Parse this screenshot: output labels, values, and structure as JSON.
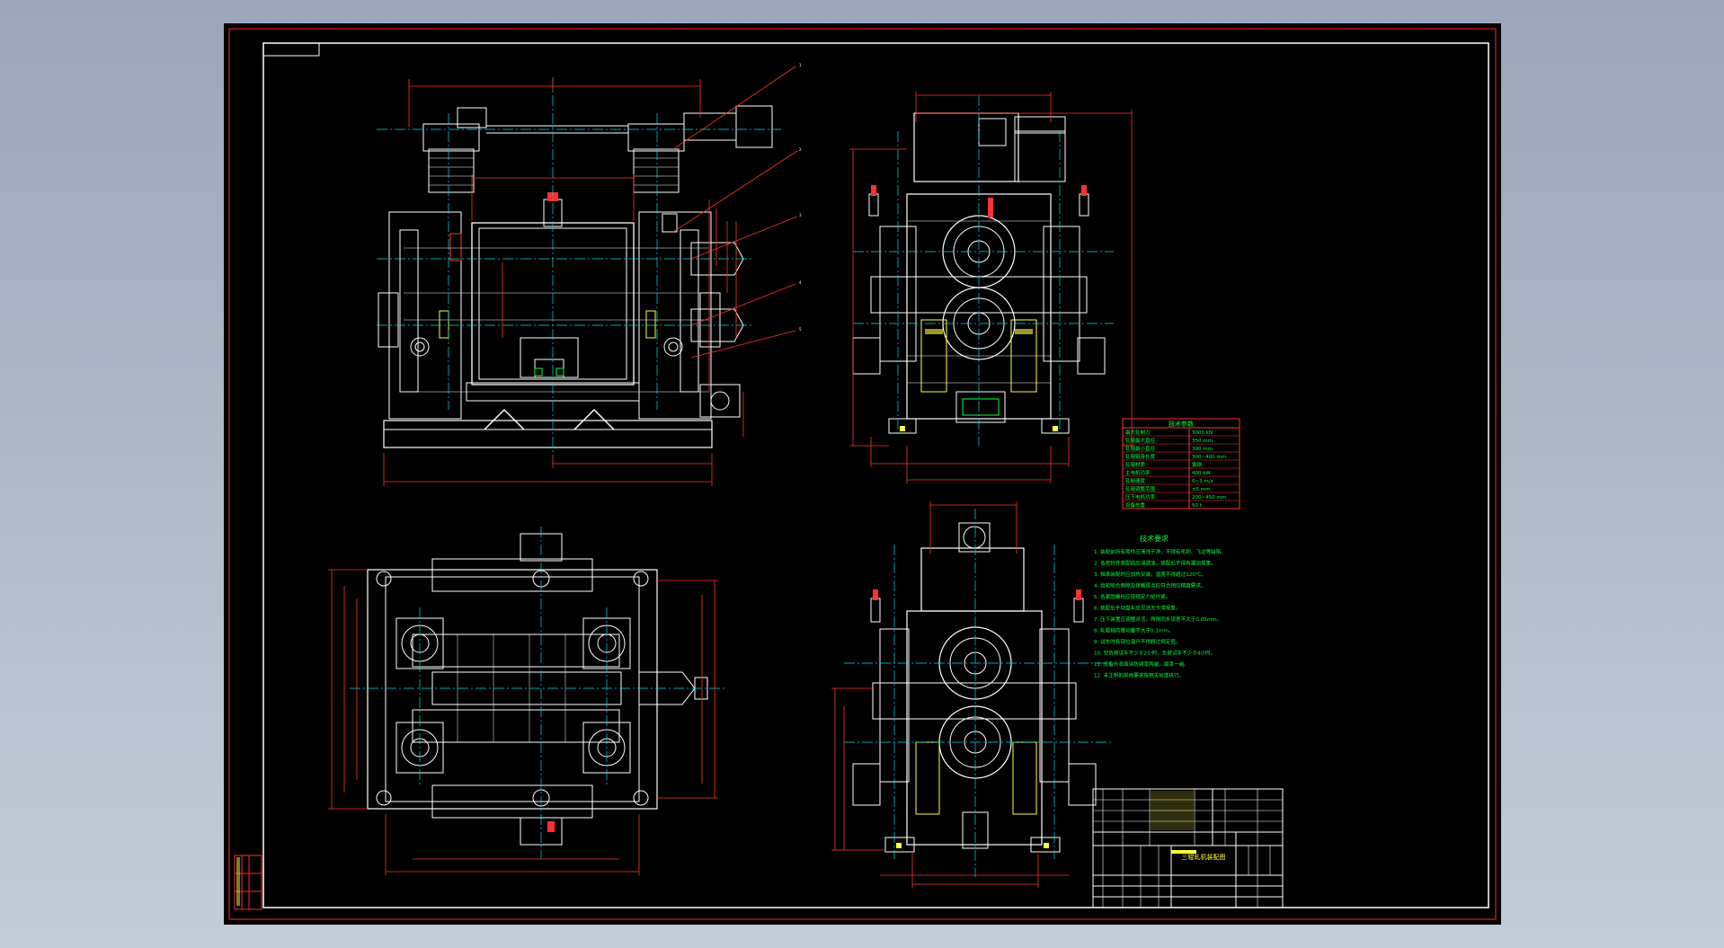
{
  "drawing": {
    "title": "三辊轧机装配图"
  },
  "colors": {
    "background": "#000000",
    "frame": "#ff2a2a",
    "outline": "#ffffff",
    "center": "#00e0e0",
    "dimension": "#ff3030",
    "hidden": "#ffff40",
    "note": "#00ff40"
  },
  "tech_table": {
    "title": "技术参数",
    "rows": [
      {
        "label": "最大轧制力",
        "value": "3000 kN"
      },
      {
        "label": "轧辊最大直径",
        "value": "350 mm"
      },
      {
        "label": "轧辊最小直径",
        "value": "300 mm"
      },
      {
        "label": "轧辊辊身长度",
        "value": "300~400 mm"
      },
      {
        "label": "轧辊材质",
        "value": "锻钢"
      },
      {
        "label": "主电机功率",
        "value": "400 kW"
      },
      {
        "label": "轧制速度",
        "value": "0~3 m/s"
      },
      {
        "label": "轧辊调整范围",
        "value": "±5 mm"
      },
      {
        "label": "压下电机功率",
        "value": "200~450 mm"
      },
      {
        "label": "设备总重",
        "value": "50 t"
      }
    ]
  },
  "notes": {
    "title": "技术要求",
    "lines": [
      "1. 装配前所有零件应清洗干净，不得有毛刺、飞边等缺陷。",
      "2. 各密封件装配前应浸透油，装配后不得有漏油现象。",
      "3. 轴承装配时应加热安装，温度不得超过120℃。",
      "4. 齿轮啮合侧隙及接触斑点应符合相应精度要求。",
      "5. 各紧固螺栓应按规定力矩拧紧。",
      "6. 装配后手动盘车应灵活无卡滞现象。",
      "7. 压下装置应调整灵活，两侧同步误差不大于0.05mm。",
      "8. 轧辊轴向窜动量不大于0.1mm。",
      "9. 试车时各部位温升不得超过规定值。",
      "10. 空负荷试车不少于2小时，负荷试车不少于4小时。",
      "11. 设备外表面涂防锈漆两遍，面漆一遍。",
      "12. 未注明的其他要求按相关标准执行。"
    ]
  }
}
